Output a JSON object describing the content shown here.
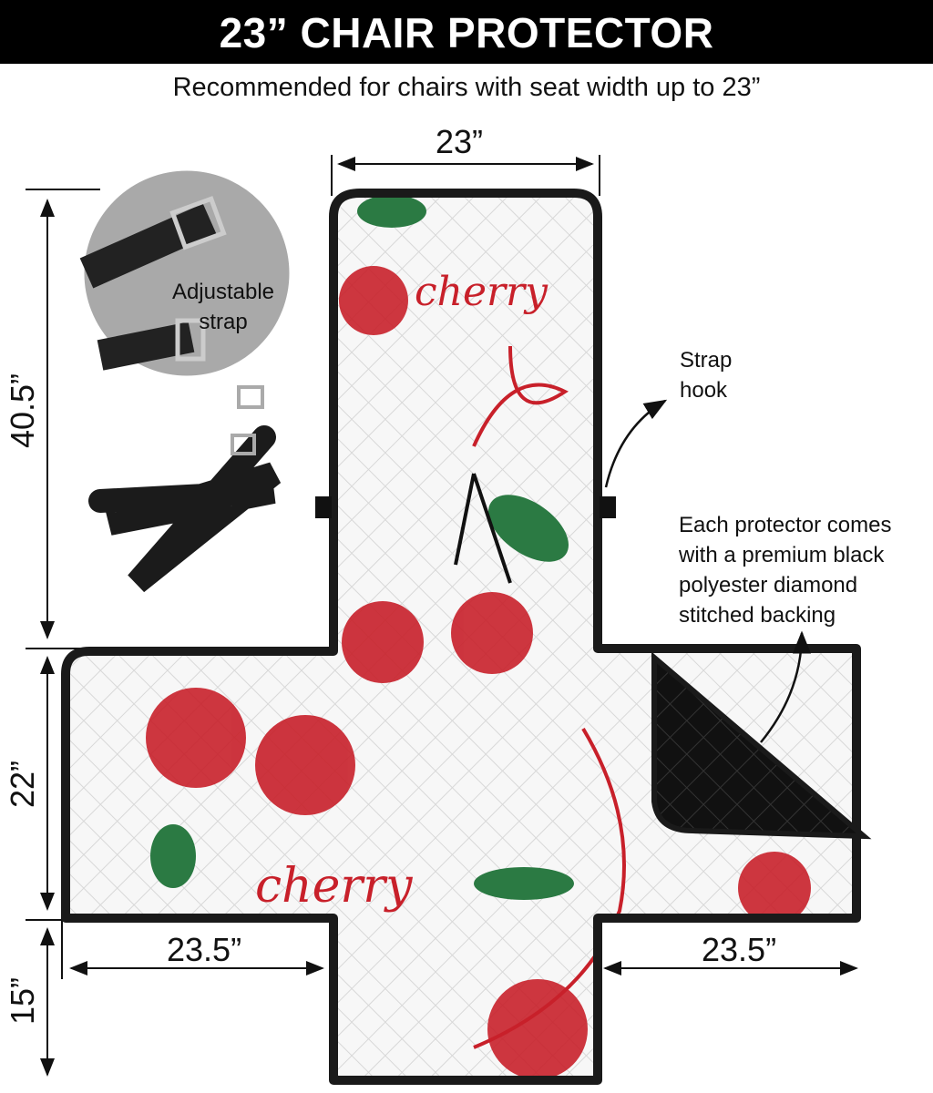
{
  "header": {
    "title": "23” CHAIR PROTECTOR"
  },
  "subtitle": "Recommended for chairs with seat width up to 23”",
  "dimensions": {
    "top_width": "23”",
    "back_height": "40.5”",
    "seat_depth": "22”",
    "front_flap": "15”",
    "left_arm": "23.5”",
    "right_arm": "23.5”"
  },
  "callouts": {
    "strap_label": "Adjustable strap",
    "strap_hook": "Strap hook",
    "backing": "Each protector comes with a premium black polyester diamond stitched backing"
  },
  "print_text": [
    "cherry",
    "cherry"
  ],
  "colors": {
    "cherry_red": "#c8202a",
    "leaf_green": "#2b7a43",
    "outline": "#1a1a1a",
    "header_bg": "#000000"
  }
}
